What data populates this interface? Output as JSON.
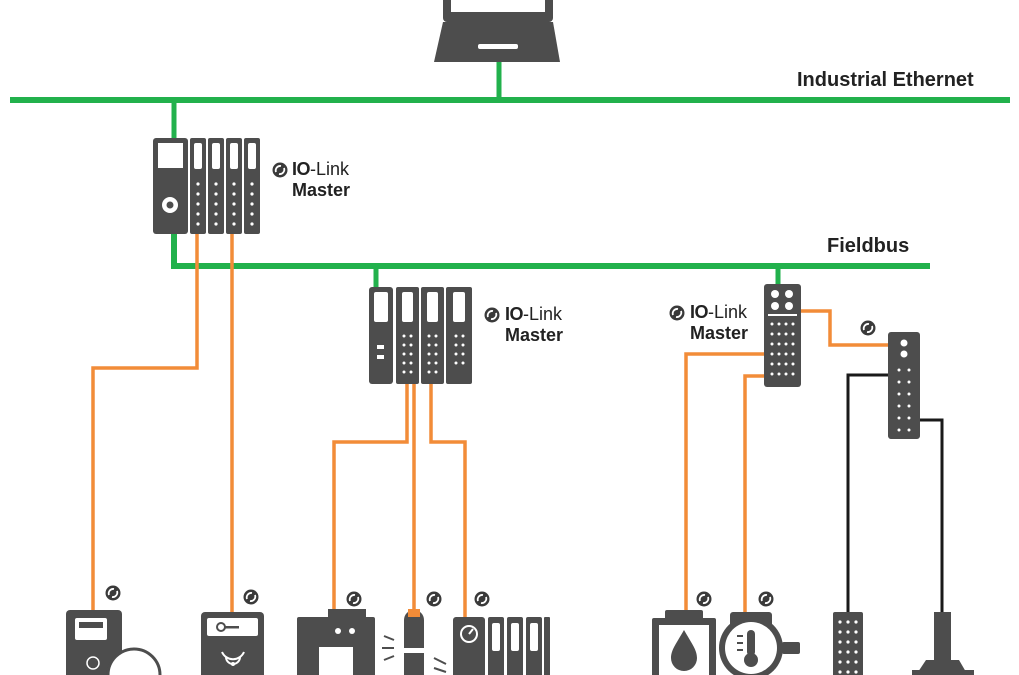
{
  "networks": {
    "ethernet_label": "Industrial Ethernet",
    "fieldbus_label": "Fieldbus"
  },
  "masters": [
    {
      "brand_bold": "IO",
      "brand_rest": "-Link",
      "role": "Master"
    },
    {
      "brand_bold": "IO",
      "brand_rest": "-Link",
      "role": "Master"
    },
    {
      "brand_bold": "IO",
      "brand_rest": "-Link",
      "role": "Master"
    }
  ],
  "colors": {
    "ethernet_line": "#22b14c",
    "fieldbus_line": "#22b14c",
    "io_link_cable": "#f28c38",
    "standard_cable": "#1a1a1a",
    "device": "#4d4d4d"
  },
  "icons": {
    "computer": "laptop-icon",
    "io_link_logo": "io-link-logo-icon",
    "devices": [
      "display-sensor-icon",
      "rfid-reader-icon",
      "gripper-icon",
      "photoelectric-sensor-icon",
      "valve-terminal-icon",
      "level-sensor-icon",
      "temperature-sensor-icon",
      "connector-block-icon",
      "inductive-sensor-icon"
    ]
  }
}
